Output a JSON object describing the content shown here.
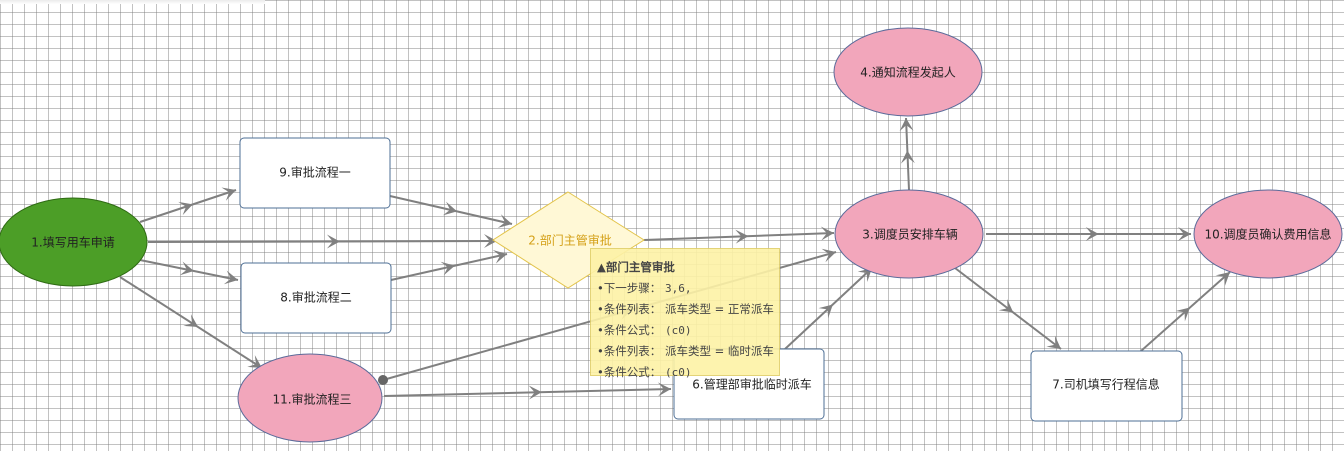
{
  "colors": {
    "start_fill": "#4c9e27",
    "ellipse_fill": "#f2a6bb",
    "ellipse_stroke": "#5b6b9a",
    "rect_stroke": "#4e6f96",
    "diamond_fill": "#fff8d6",
    "diamond_stroke": "#e3c44a",
    "diamond_text": "#d4a017",
    "edge": "#808080"
  },
  "nodes": {
    "start": "1.填写用车申请",
    "dept": "2.部门主管审批",
    "dispatch": "3.调度员安排车辆",
    "notify": "4.通知流程发起人",
    "mgmt": "6.管理部审批临时派车",
    "driver": "7.司机填写行程信息",
    "flow2": "8.审批流程二",
    "flow1": "9.审批流程一",
    "confirm": "10.调度员确认费用信息",
    "flow3": "11.审批流程三"
  },
  "tooltip": {
    "title": "▲部门主管审批",
    "line1_label": "•下一步骤：",
    "line1_value": "3,6,",
    "line2_label": "•条件列表：",
    "line2_value": "派车类型 = 正常派车",
    "line3_label": "•条件公式：",
    "line3_value": "(c0)",
    "line4_label": "•条件列表：",
    "line4_value": "派车类型 = 临时派车",
    "line5_label": "•条件公式：",
    "line5_value": "(c0)"
  }
}
